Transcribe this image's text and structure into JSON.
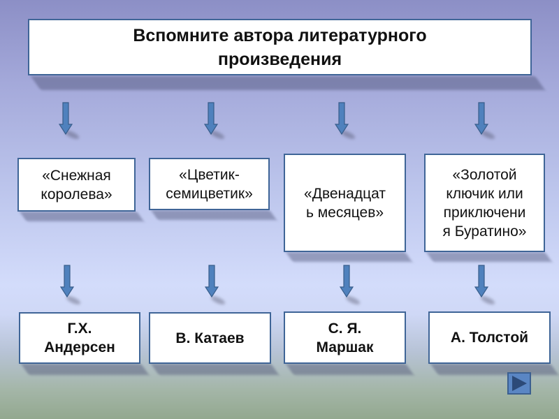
{
  "slide": {
    "title_lines": [
      "Вспомните автора  литературного",
      "произведения"
    ],
    "works": [
      {
        "lines": [
          "«Снежная",
          "королева»"
        ]
      },
      {
        "lines": [
          "«Цветик-",
          "семицветик»"
        ]
      },
      {
        "lines": [
          "«Двенадцат",
          "ь месяцев»"
        ]
      },
      {
        "lines": [
          "«Золотой",
          "ключик или",
          "приключени",
          "я Буратино»"
        ]
      }
    ],
    "authors": [
      {
        "lines": [
          "Г.Х.",
          "Андерсен"
        ]
      },
      {
        "lines": [
          "В. Катаев"
        ]
      },
      {
        "lines": [
          "С. Я.",
          "Маршак"
        ]
      },
      {
        "lines": [
          "А. Толстой"
        ]
      }
    ],
    "icons": {
      "arrow": "arrow-down-icon",
      "next": "play-next-icon"
    },
    "colors": {
      "arrow_fill": "#4f81bd",
      "arrow_stroke": "#385d8a",
      "box_border": "#3f6597",
      "nav_fill": "#5a86c4",
      "nav_triangle": "#2c4a78"
    }
  }
}
